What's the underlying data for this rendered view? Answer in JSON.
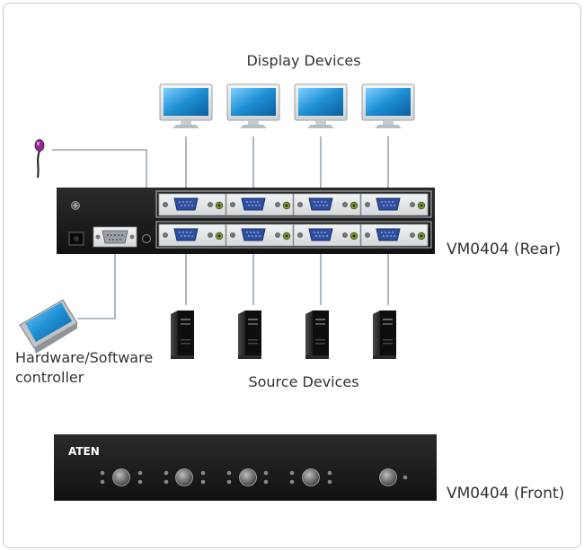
{
  "labels": {
    "display_devices": "Display Devices",
    "source_devices": "Source Devices",
    "vm_rear": "VM0404 (Rear)",
    "vm_front": "VM0404 (Front)",
    "controller_line1": "Hardware/Software",
    "controller_line2": "controller",
    "brand": "ATEN"
  },
  "colors": {
    "chassis": "#1f1f1f",
    "port_panel": "#e9ecee",
    "vga_blue": "#2f4fa0",
    "cable": "#9aa7b2",
    "monitor_screen": "#1e8fd3",
    "audio_green": "#7a9a3a"
  },
  "icons": [
    "monitor-icon",
    "tower-pc-icon",
    "touch-panel-icon",
    "ir-sensor-icon",
    "vga-port-icon",
    "rs232-port-icon"
  ]
}
